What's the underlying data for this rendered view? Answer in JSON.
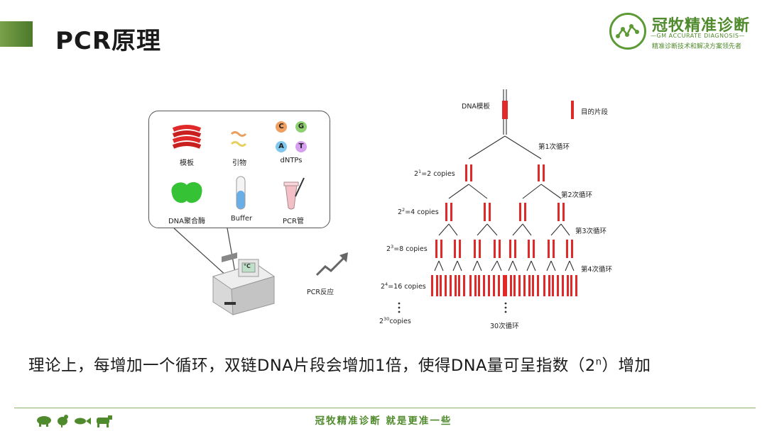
{
  "slide": {
    "title": "PCR原理",
    "caption_main": "理论上，每增加一个循环，双链DNA片段会增加1倍，使得DNA量可呈指数（2",
    "caption_sup": "n",
    "caption_end": "）增加"
  },
  "logo": {
    "name": "冠牧精准诊断",
    "english": "—GM ACCURATE DIAGNOSIS—",
    "slogan": "精准诊断技术和解决方案领先者"
  },
  "reagents": {
    "template": "模板",
    "primer": "引物",
    "dntps": "dNTPs",
    "polymerase": "DNA聚合酶",
    "buffer": "Buffer",
    "tube": "PCR管",
    "bases": [
      "C",
      "G",
      "A",
      "T"
    ]
  },
  "thermocycler": {
    "display": "°C"
  },
  "pcr_reaction_label": "PCR反应",
  "diagram": {
    "dna_template": "DNA模板",
    "target_fragment": "目的片段",
    "cycles": [
      "第1次循环",
      "第2次循环",
      "第3次循环",
      "第4次循环"
    ],
    "copies": [
      {
        "base": "2",
        "exp": "1",
        "rest": "=2 copies"
      },
      {
        "base": "2",
        "exp": "2",
        "rest": "=4 copies"
      },
      {
        "base": "2",
        "exp": "3",
        "rest": "=8 copies"
      },
      {
        "base": "2",
        "exp": "4",
        "rest": "=16 copies"
      },
      {
        "base": "2",
        "exp": "30",
        "rest": "copies"
      }
    ],
    "final_cycle": "30次循环"
  },
  "footer": {
    "slogan": "冠牧精准诊断 就是更准一些",
    "animal_icons": [
      "pig-icon",
      "chicken-icon",
      "fish-icon",
      "cow-icon"
    ]
  },
  "colors": {
    "accent_green": "#4f8a2c",
    "strand_red": "#e02a2a",
    "panel_border": "#555555"
  }
}
